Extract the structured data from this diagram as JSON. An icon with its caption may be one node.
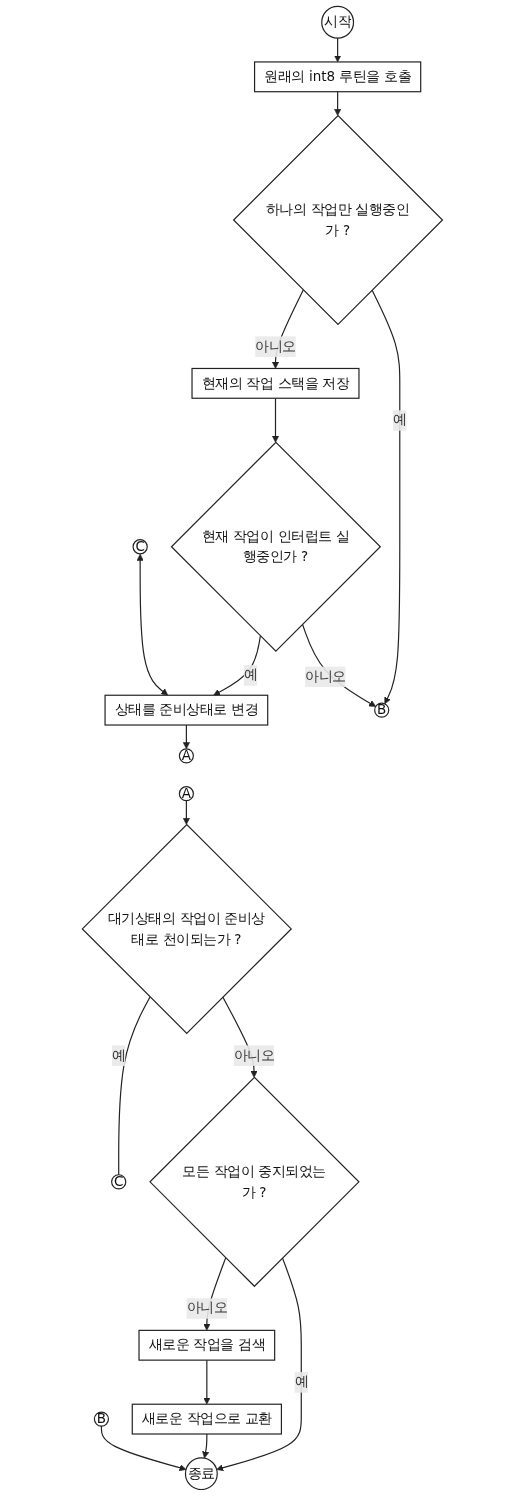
{
  "diagram": {
    "nodes": [
      {
        "text": [
          "시작"
        ]
      },
      {
        "text": [
          "원래의 int8 루틴을 호출"
        ]
      },
      {
        "text": [
          "하나의 작업만 실행중인가 ?"
        ]
      },
      {
        "text": [
          "현재의 작업 스택을 저장"
        ]
      },
      {
        "text": [
          "현재 작업이 인터럽트 실행중인가 ?"
        ]
      },
      {
        "text": [
          "상태를 준비상태로 변경"
        ]
      },
      {
        "text": [
          "C"
        ]
      },
      {
        "text": [
          "A"
        ]
      },
      {
        "text": [
          "B"
        ]
      },
      {
        "text": [
          "C"
        ]
      },
      {
        "text": [
          "A"
        ]
      },
      {
        "text": [
          "B"
        ]
      },
      {
        "text": [
          "대기상태의 작업이 준비상태로 천이되는가 ?"
        ]
      },
      {
        "text": [
          "모든 작업이 중지되었는가 ?"
        ]
      },
      {
        "text": [
          "새로운 작업을 검색"
        ]
      },
      {
        "text": [
          "새로운 작업으로 교환"
        ]
      },
      {
        "text": [
          "종료"
        ]
      }
    ],
    "edges": [
      {
        "from": 0,
        "to": 1,
        "arrow": "to"
      },
      {
        "from": 1,
        "to": 2,
        "arrow": "to"
      },
      {
        "from": 2,
        "to": 8,
        "label": "예",
        "arrow": "to"
      },
      {
        "from": 2,
        "to": 3,
        "label": "아니오",
        "arrow": "to"
      },
      {
        "from": 3,
        "to": 4,
        "arrow": "to"
      },
      {
        "from": 4,
        "to": 8,
        "label": "아니오",
        "arrow": "to"
      },
      {
        "from": 4,
        "to": 5,
        "label": "예",
        "arrow": "to"
      },
      {
        "from": 6,
        "to": 5,
        "arrow": "both"
      },
      {
        "from": 5,
        "to": 7,
        "arrow": "to"
      },
      {
        "from": 10,
        "to": 12,
        "arrow": "to"
      },
      {
        "from": 12,
        "to": 9,
        "label": "예",
        "arrow": "none"
      },
      {
        "from": 12,
        "to": 13,
        "label": "아니오",
        "arrow": "to"
      },
      {
        "from": 13,
        "to": 16,
        "label": "예",
        "arrow": "to"
      },
      {
        "from": 13,
        "to": 14,
        "label": "아니오",
        "arrow": "to"
      },
      {
        "from": 14,
        "to": 15,
        "arrow": "to"
      },
      {
        "from": 15,
        "to": 16,
        "arrow": "to"
      },
      {
        "from": 11,
        "to": 16,
        "arrow": "to"
      }
    ]
  }
}
